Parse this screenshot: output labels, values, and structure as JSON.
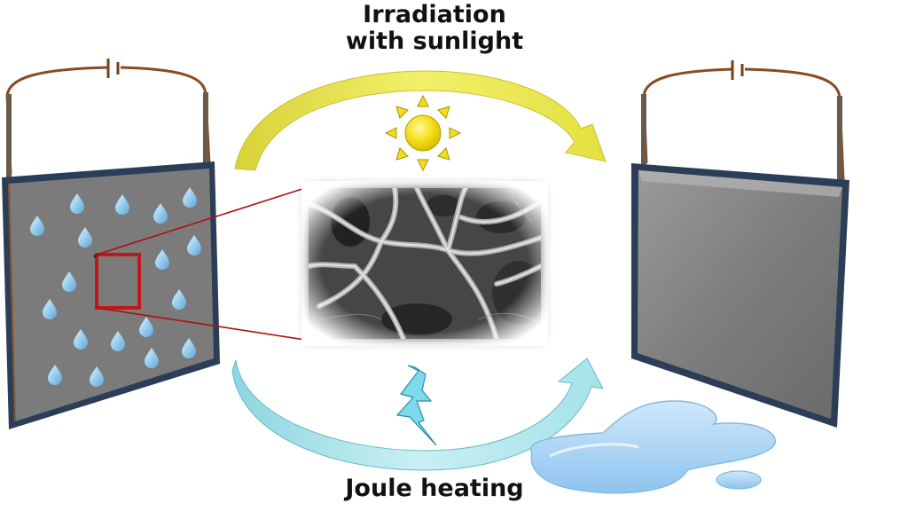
{
  "labels": {
    "top_line1": "Irradiation",
    "top_line2": "with sunlight",
    "bottom": "Joule heating"
  },
  "colors": {
    "panel_frame": "#2c3e57",
    "panel_fill": "#7b7b7b",
    "wire": "#8a4a24",
    "droplet": "#8fc8ea",
    "zoom_box": "#c01818",
    "sun_arrow": "#e6e63a",
    "joule_arrow": "#a8e4ea",
    "sun": "#f3dd1c",
    "puddle": "#a9d3f3"
  },
  "icons": [
    "battery-icon",
    "sun-icon",
    "lightning-icon",
    "water-droplet-icon",
    "water-puddle-icon"
  ]
}
